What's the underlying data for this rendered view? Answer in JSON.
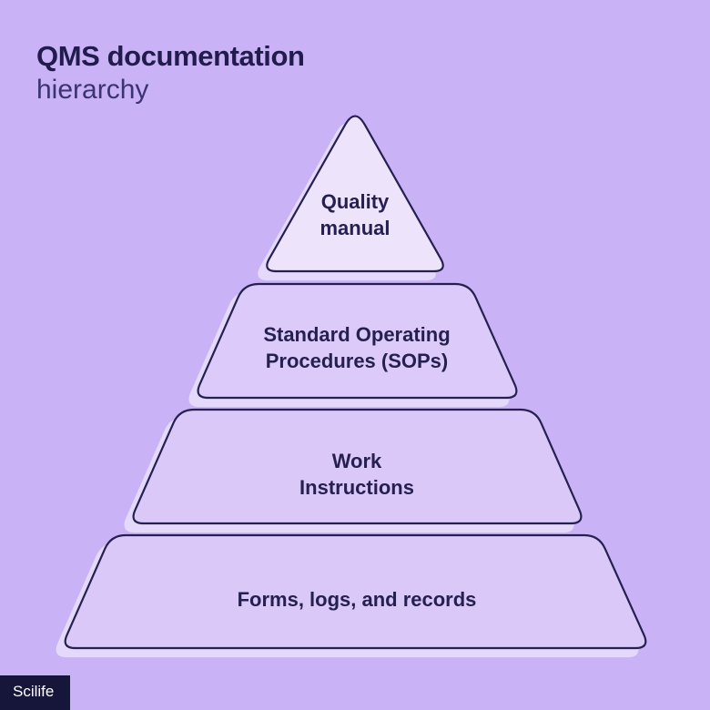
{
  "title": {
    "line1": "QMS documentation",
    "line2": "hierarchy"
  },
  "pyramid": {
    "levels": [
      {
        "fill": "#ede4fc",
        "label_lines": [
          "Quality",
          "manual"
        ]
      },
      {
        "fill": "#dccbfa",
        "label_lines": [
          "Standard Operating",
          "Procedures (SOPs)"
        ]
      },
      {
        "fill": "#dac8f9",
        "label_lines": [
          "Work",
          "Instructions"
        ]
      },
      {
        "fill": "#dac8f9",
        "label_lines": [
          "Forms, logs, and records"
        ]
      }
    ]
  },
  "logo": {
    "text": "Scilife"
  },
  "colors": {
    "background": "#c9b3f6",
    "outline": "#262050",
    "shadow_white": "rgba(255,255,255,0.5)",
    "title_primary": "#221b4e",
    "title_secondary": "#3b3374",
    "label_text": "#262050",
    "logo_background": "#16153a",
    "logo_text": "#ffffff"
  }
}
